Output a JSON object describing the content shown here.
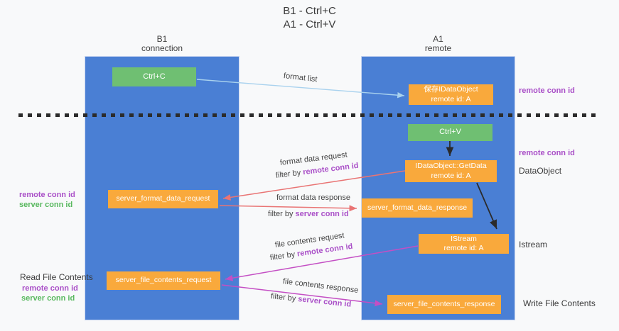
{
  "title": {
    "line1": "B1 - Ctrl+C",
    "line2": "A1 - Ctrl+V"
  },
  "lifelines": {
    "left": {
      "name": "B1",
      "role": "connection"
    },
    "right": {
      "name": "A1",
      "role": "remote"
    }
  },
  "boxes": {
    "ctrl_c": {
      "label": "Ctrl+C"
    },
    "save_idataobject": {
      "line1": "保存IDataObject",
      "line2": "remote id: A"
    },
    "ctrl_v": {
      "label": "Ctrl+V"
    },
    "idataobject_getdata": {
      "line1": "IDataObject::GetData",
      "line2": "remote id: A"
    },
    "server_format_data_request": {
      "label": "server_format_data_request"
    },
    "server_format_data_response": {
      "label": "server_format_data_response"
    },
    "istream": {
      "line1": "IStream",
      "line2": "remote id: A"
    },
    "server_file_contents_request": {
      "label": "server_file_contents_request"
    },
    "server_file_contents_response": {
      "label": "server_file_contents_response"
    }
  },
  "terms": {
    "remote_conn_id": "remote conn id",
    "server_conn_id": "server conn id",
    "filter_by": "filter by "
  },
  "annotations": {
    "format_list": "format list",
    "format_data_request": "format data request",
    "format_data_response": "format data response",
    "file_contents_request": "file contents request",
    "file_contents_response": "file contents response",
    "dataobject": "DataObject",
    "istream": "Istream",
    "read_file_contents": "Read File Contents",
    "write_file_contents": "Write File Contents"
  },
  "colors": {
    "lifeline_blue": "#4a7fd4",
    "box_orange": "#f9a93c",
    "box_green": "#6fbf72",
    "arrow_light_blue": "#a9d2ee",
    "arrow_black": "#2b2b2b",
    "arrow_red": "#e97474",
    "arrow_magenta": "#c44fc4",
    "text_purple": "#aa50c8",
    "text_green": "#58b85e",
    "dashed_line": "#2b2b2b",
    "background": "#f8f9fa"
  }
}
